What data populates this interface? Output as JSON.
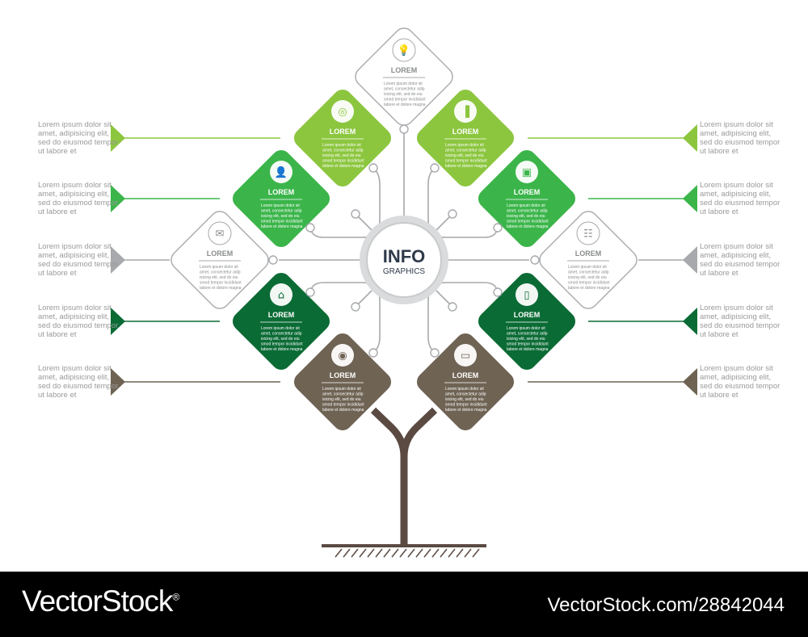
{
  "center": {
    "title": "INFO",
    "subtitle": "GRAPHICS"
  },
  "colors": {
    "light_green": "#8cc63f",
    "mid_green": "#3bb54a",
    "dark_green": "#0b6b35",
    "brown": "#6f6354",
    "outline_gray": "#a7a9ac",
    "trunk": "#5a4a42"
  },
  "side_text": "Lorem ipsum dolor sit amet, adipisicing elit, sed do eiusmod tempor ut labore et",
  "side_rows": [
    {
      "color": "#8cc63f"
    },
    {
      "color": "#3bb54a"
    },
    {
      "color": "#a7a9ac"
    },
    {
      "color": "#0b6b35"
    },
    {
      "color": "#6f6354"
    }
  ],
  "nodes": [
    {
      "id": "top",
      "label": "LOREM",
      "icon": "lightbulb-icon",
      "style": "outline",
      "body": [
        "Lorem ipsum dolor sit",
        "amet, consectetur adip",
        "isicing elit, sed do eiu",
        "smod tempor incididunt",
        "labore et dolore magna"
      ]
    },
    {
      "id": "lg-left",
      "label": "LOREM",
      "icon": "basketball-icon",
      "style": "light_green",
      "body": [
        "Lorem ipsum dolor sit",
        "amet, consectetur adip",
        "isicing elit, sed do eiu",
        "smod tempor incididunt",
        "dolore et dolore magna"
      ]
    },
    {
      "id": "lg-right",
      "label": "LOREM",
      "icon": "bar-chart-icon",
      "style": "light_green",
      "body": [
        "Lorem ipsum dolor sit",
        "amet, consectetur adip",
        "isicing elit, sed do eiu",
        "smod tempor incididunt",
        "labore et dolore magna"
      ]
    },
    {
      "id": "mg-left",
      "label": "LOREM",
      "icon": "person-icon",
      "style": "mid_green",
      "body": [
        "Lorem ipsum dolor sit",
        "amet, consectetur adip",
        "isicing elit, sed do eiu",
        "smod tempor incididunt",
        "labore et dolore magna"
      ]
    },
    {
      "id": "mg-right",
      "label": "LOREM",
      "icon": "briefcase-icon",
      "style": "mid_green",
      "body": [
        "Lorem ipsum dolor sit",
        "amet, consectetur adip",
        "isicing elit, sed do eiu",
        "smod tempor incididunt",
        "labore et dolore magna"
      ]
    },
    {
      "id": "out-left",
      "label": "LOREM",
      "icon": "mail-icon",
      "style": "outline",
      "body": [
        "Lorem ipsum dolor sit",
        "amet, consectetur adip",
        "isicing elit, sed do eiu",
        "smod tempor incididunt",
        "labore et dolore magna"
      ]
    },
    {
      "id": "out-right",
      "label": "LOREM",
      "icon": "document-icon",
      "style": "outline",
      "body": [
        "Lorem ipsum dolor sit",
        "amet, consectetur adip",
        "isicing elit, sed do eiu",
        "smod tempor incididunt",
        "labore et dolore magna"
      ]
    },
    {
      "id": "dg-left",
      "label": "LOREM",
      "icon": "home-icon",
      "style": "dark_green",
      "body": [
        "Lorem ipsum dolor sit",
        "amet, consectetur adip",
        "isicing elit, sed do eiu",
        "smod tempor incididunt",
        "labore et dolore magna"
      ]
    },
    {
      "id": "dg-right",
      "label": "LOREM",
      "icon": "smartphone-icon",
      "style": "dark_green",
      "body": [
        "Lorem ipsum dolor sit",
        "amet, consectetur adip",
        "isicing elit, sed do eiu",
        "smod tempor incididunt",
        "labore et dolore magna"
      ]
    },
    {
      "id": "br-left",
      "label": "LOREM",
      "icon": "wifi-signal-icon",
      "style": "brown",
      "body": [
        "Lorem ipsum dolor sit",
        "amet, consectetur adip",
        "isicing elit, sed do eiu",
        "smod tempor incididunt",
        "labore et dolore magna"
      ]
    },
    {
      "id": "br-right",
      "label": "LOREM",
      "icon": "laptop-icon",
      "style": "brown",
      "body": [
        "Lorem ipsum dolor sit",
        "amet, consectetur adip",
        "isicing elit, sed do eiu",
        "smod tempor incididunt",
        "labore et dolore magna"
      ]
    }
  ],
  "footer": {
    "brand": "VectorStock",
    "trademark": "®",
    "url": "VectorStock.com/28842044"
  }
}
